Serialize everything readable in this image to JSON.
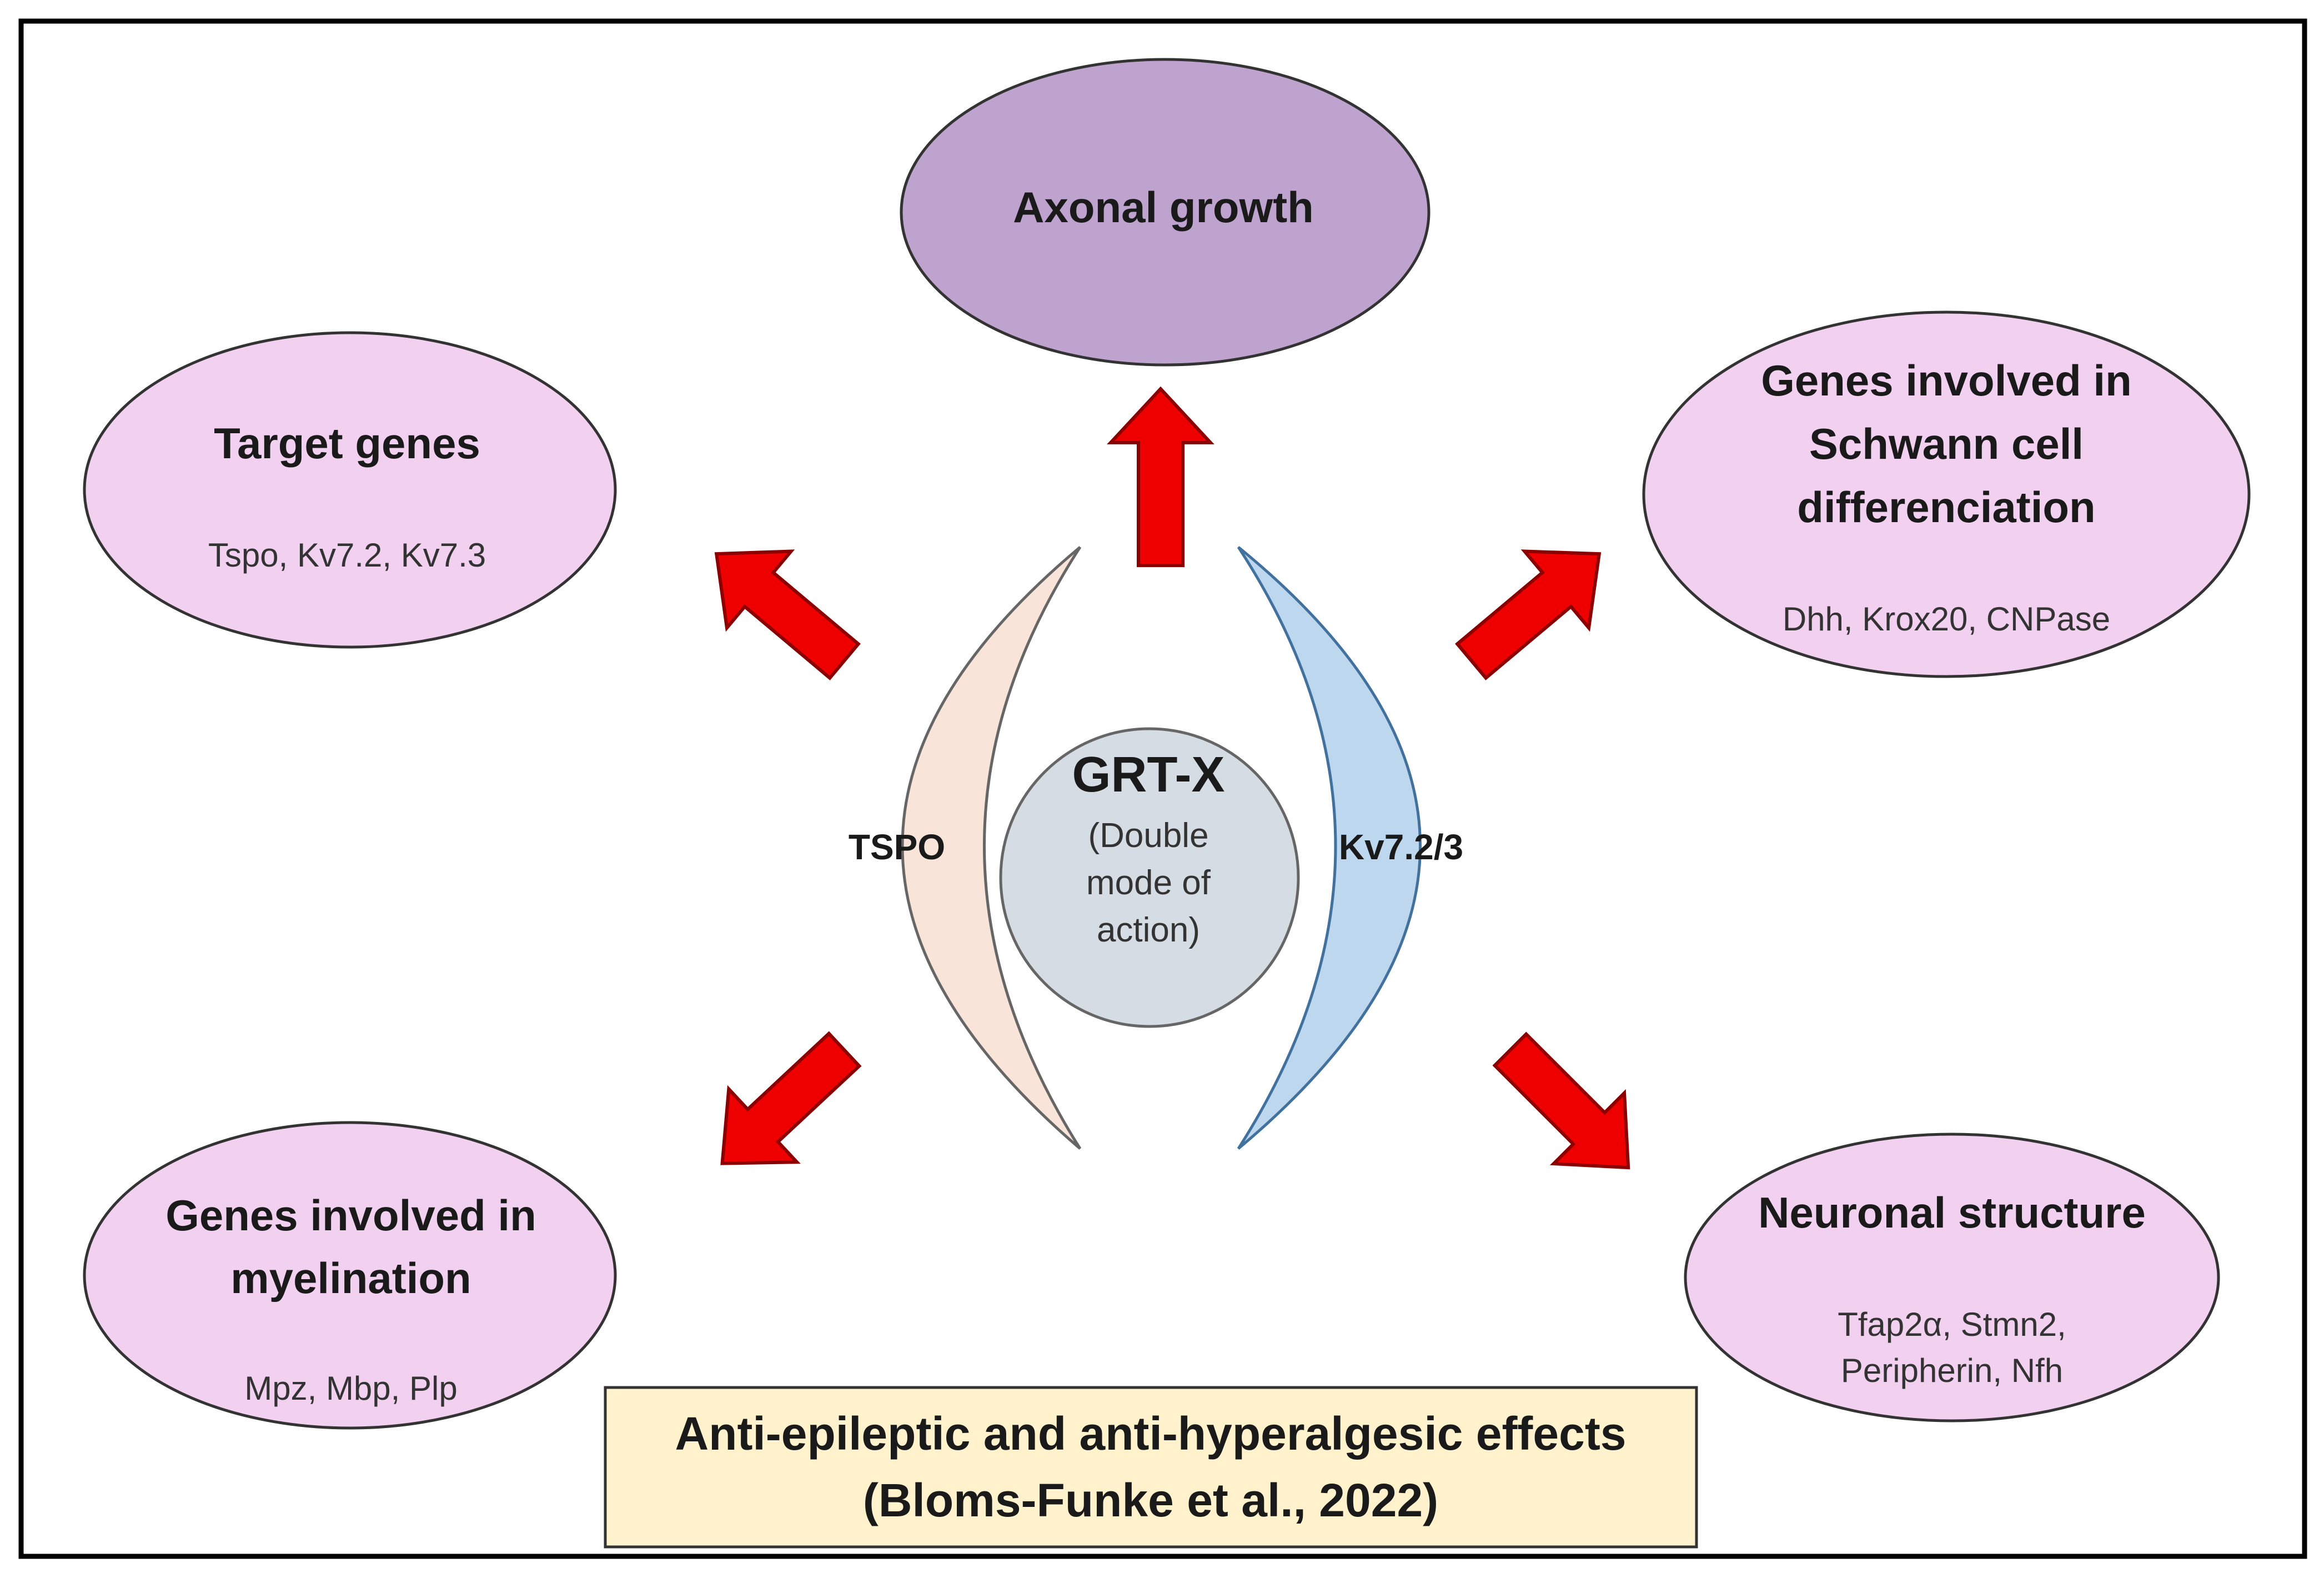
{
  "center": {
    "title": "GRT-X",
    "subtitle_lines": [
      "(Double",
      "mode of",
      "action)"
    ]
  },
  "left_crescent": {
    "label": "TSPO"
  },
  "right_crescent": {
    "label": "Kv7.2/3"
  },
  "nodes": {
    "axonal_growth": {
      "title_lines": [
        "Axonal growth"
      ],
      "detail_lines": []
    },
    "target_genes": {
      "title_lines": [
        "Target genes"
      ],
      "detail_lines": [
        "Tspo, Kv7.2, Kv7.3"
      ]
    },
    "schwann": {
      "title_lines": [
        "Genes involved in",
        "Schwann cell",
        "differenciation"
      ],
      "detail_lines": [
        "Dhh, Krox20, CNPase"
      ]
    },
    "myelination": {
      "title_lines": [
        "Genes involved in",
        "myelination"
      ],
      "detail_lines": [
        "Mpz, Mbp, Plp"
      ]
    },
    "neuronal": {
      "title_lines": [
        "Neuronal structure"
      ],
      "detail_lines": [
        "Tfap2α, Stmn2,",
        "Peripherin, Nfh"
      ]
    }
  },
  "effects_box": {
    "lines": [
      "Anti-epileptic and anti-hyperalgesic effects",
      "(Bloms-Funke et al., 2022)"
    ]
  },
  "colors": {
    "axonal_fill": "#bfa3cf",
    "node_fill": "#f2d0f0",
    "tspo_fill": "#f8e4d8",
    "kv_fill": "#bdd7ee",
    "center_fill": "#d6dce4",
    "arrow_fill": "#ee0000",
    "effects_fill": "#fff2cc"
  }
}
